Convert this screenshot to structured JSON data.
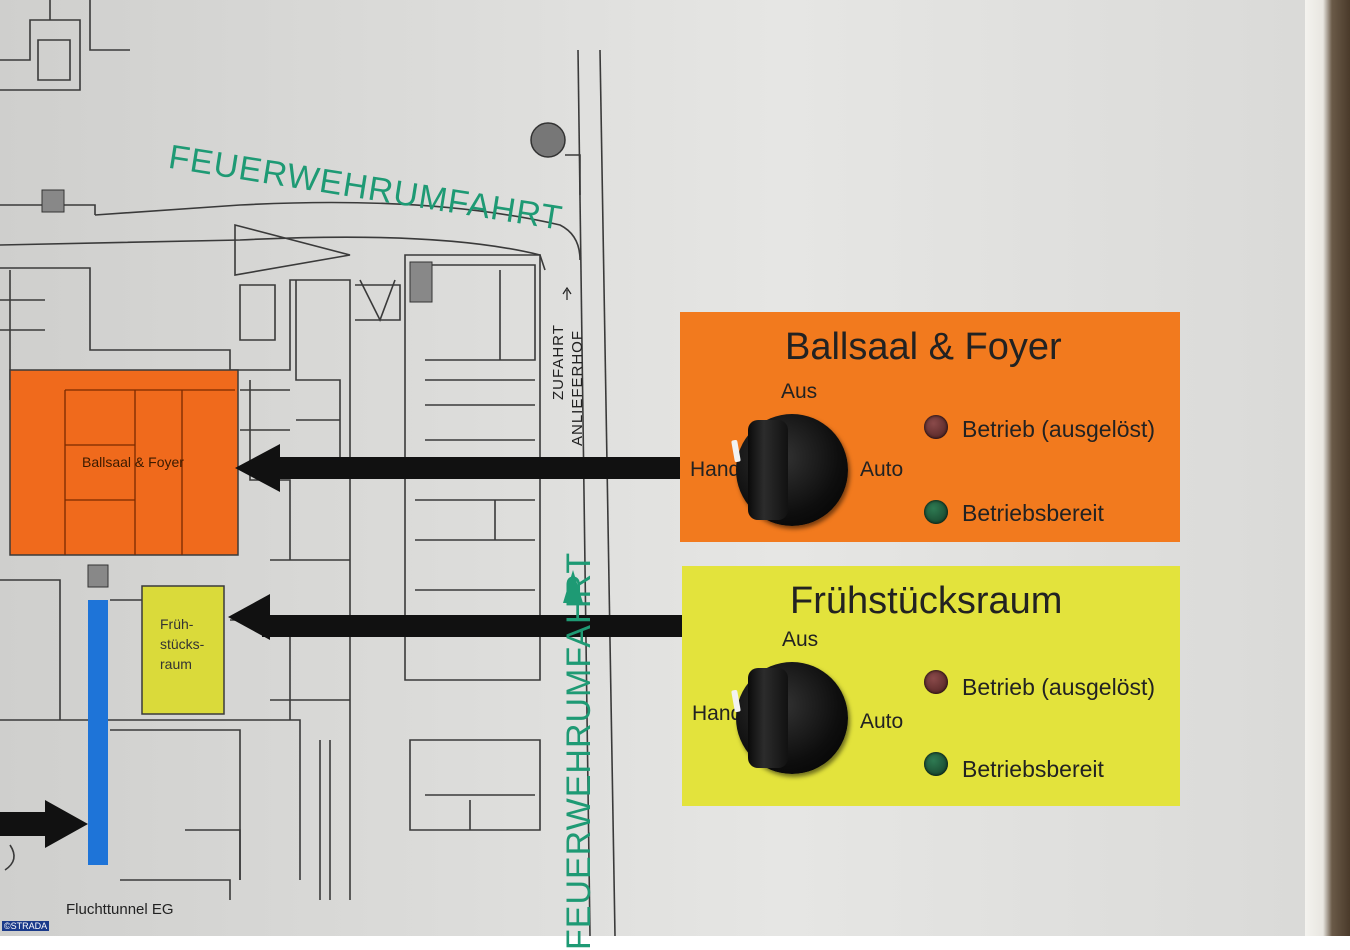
{
  "map": {
    "street_top": "FEUERWEHRUMFAHRT",
    "street_side": "FEUERWEHRUMFAHRT",
    "zufahrt": "ZUFAHRT",
    "anlieferhof": "ANLIEFERHOF",
    "room_ballsaal": "Ballsaal & Foyer",
    "room_fruehstueck_lines": [
      "Früh-",
      "stücks-",
      "raum"
    ],
    "tunnel_label": "Fluchttunnel EG"
  },
  "panels": [
    {
      "title": "Ballsaal & Foyer",
      "switch_aus": "Aus",
      "switch_hand": "Hand",
      "switch_auto": "Auto",
      "led_triggered": "Betrieb (ausgelöst)",
      "led_ready": "Betriebsbereit"
    },
    {
      "title": "Frühstücksraum",
      "switch_aus": "Aus",
      "switch_hand": "Hand",
      "switch_auto": "Auto",
      "led_triggered": "Betrieb (ausgelöst)",
      "led_ready": "Betriebsbereit"
    }
  ],
  "colors": {
    "panel_orange": "#f27a1e",
    "panel_yellow": "#e3e33c",
    "room_orange": "#f06a1c",
    "room_yellow": "#dada3a",
    "tunnel_blue": "#1e74d8",
    "street_green": "#1e9a74",
    "led_red": "#5c2a2a",
    "led_green": "#1f5a3a"
  },
  "copyright": "©STRADA"
}
